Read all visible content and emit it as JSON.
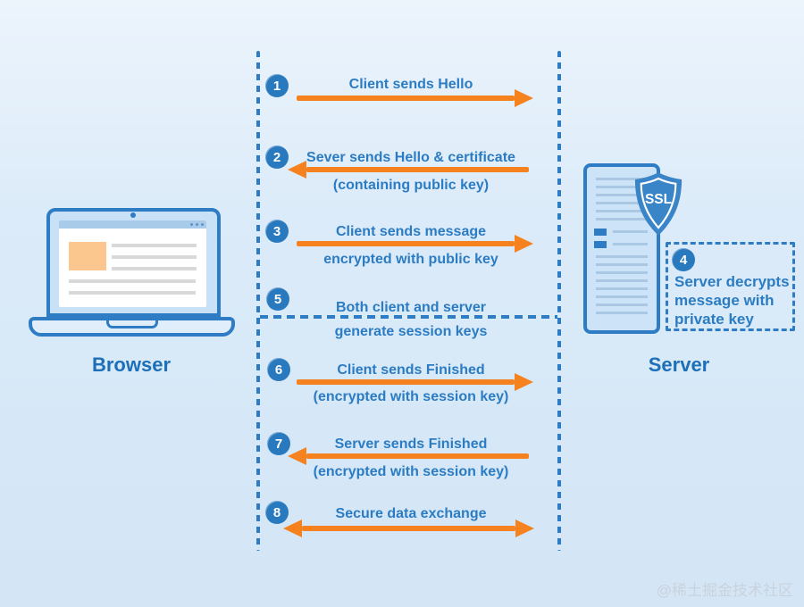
{
  "colors": {
    "accent_blue": "#2b7cc2",
    "border_blue": "#2e7cc3",
    "circle_blue": "#2979be",
    "arrow_orange": "#f6821f",
    "background_light_blue": "#d6e8f7",
    "shield_blue": "#3a85c8"
  },
  "browser": {
    "label": "Browser"
  },
  "server": {
    "label": "Server",
    "shield": "SSL"
  },
  "steps": [
    {
      "num": "1",
      "title": "Client sends Hello",
      "arrow": "right"
    },
    {
      "num": "2",
      "title": "Sever sends Hello & certificate",
      "subtitle": "(containing public key)",
      "arrow": "left"
    },
    {
      "num": "3",
      "title": "Client sends message",
      "subtitle": "encrypted with public key",
      "arrow": "right"
    },
    {
      "num": "4",
      "lines": [
        "Server decrypts",
        "message with",
        "private key"
      ],
      "arrow": "none"
    },
    {
      "num": "5",
      "title": "Both client and server",
      "subtitle": "generate session keys",
      "arrow": "dashed-divider"
    },
    {
      "num": "6",
      "title": "Client sends Finished",
      "subtitle": "(encrypted with session key)",
      "arrow": "right"
    },
    {
      "num": "7",
      "title": "Server sends Finished",
      "subtitle": "(encrypted with session key)",
      "arrow": "left"
    },
    {
      "num": "8",
      "title": "Secure data exchange",
      "arrow": "both"
    }
  ],
  "watermark": "@稀土掘金技术社区"
}
